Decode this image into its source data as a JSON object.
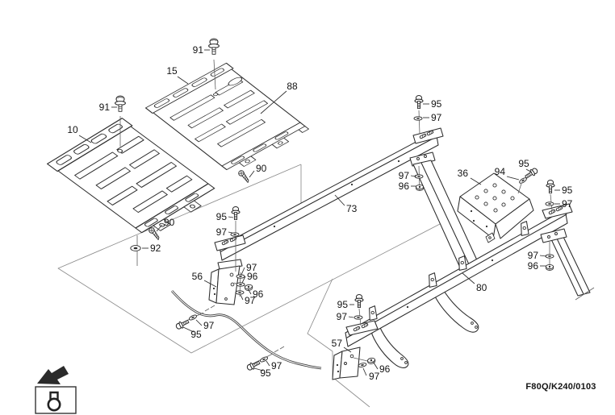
{
  "diagram": {
    "drawing_code": "F80Q/K240/0103",
    "callouts": {
      "n10": "10",
      "n15": "15",
      "n36": "36",
      "n56": "56",
      "n57": "57",
      "n73": "73",
      "n80": "80",
      "n88": "88",
      "n90": "90",
      "n91": "91",
      "n92": "92",
      "n94": "94",
      "n95": "95",
      "n96": "96",
      "n97": "97"
    },
    "colors": {
      "background": "#ffffff",
      "line": "#2b2b2b",
      "thin_line": "#5f5f5f",
      "reference_line": "#8c8c8c",
      "label": "#141414"
    },
    "icons": {
      "direction_arrow": "sw-direction-arrow",
      "towing_eye": "towing-eye-symbol"
    }
  }
}
